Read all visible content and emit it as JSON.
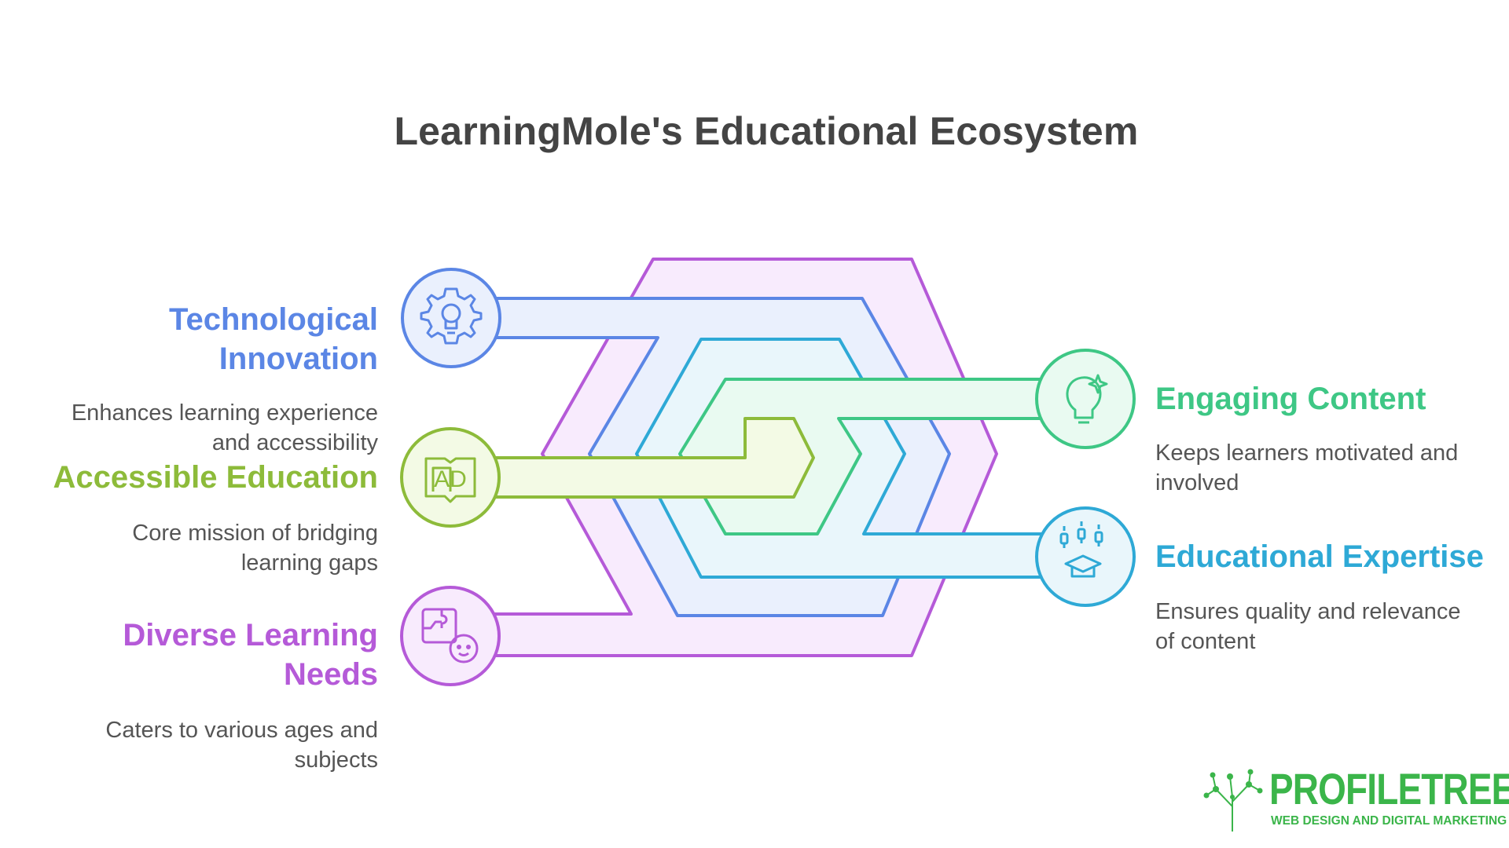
{
  "title": "LearningMole's Educational Ecosystem",
  "items": [
    {
      "heading": "Technological Innovation",
      "heading_lines": [
        "Technological",
        "Innovation"
      ],
      "description": "Enhances learning experience and accessibility",
      "desc_lines": [
        "Enhances learning experience",
        "and accessibility"
      ],
      "color": "#5b86e5",
      "icon": "gear-bulb-icon"
    },
    {
      "heading": "Accessible Education",
      "heading_lines": [
        "Accessible Education"
      ],
      "description": "Core mission of bridging learning gaps",
      "desc_lines": [
        "Core mission of bridging",
        "learning gaps"
      ],
      "color": "#8dbb3a",
      "icon": "ad-book-icon"
    },
    {
      "heading": "Diverse Learning Needs",
      "heading_lines": [
        "Diverse Learning",
        "Needs"
      ],
      "description": "Caters to various ages and subjects",
      "desc_lines": [
        "Caters to various ages and",
        "subjects"
      ],
      "color": "#b55ad8",
      "icon": "puzzle-child-icon"
    },
    {
      "heading": "Engaging Content",
      "heading_lines": [
        "Engaging Content"
      ],
      "description": "Keeps learners motivated and involved",
      "desc_lines": [
        "Keeps learners motivated and",
        "involved"
      ],
      "color": "#3ec785",
      "icon": "lightbulb-sparkle-icon"
    },
    {
      "heading": "Educational Expertise",
      "heading_lines": [
        "Educational Expertise"
      ],
      "description": "Ensures quality and relevance of content",
      "desc_lines": [
        "Ensures quality and relevance",
        "of content"
      ],
      "color": "#2ea9d6",
      "icon": "graduation-cap-icon"
    }
  ],
  "logo": {
    "name": "PROFILETREE",
    "tagline": "WEB DESIGN AND DIGITAL MARKETING",
    "color": "#3bb54a"
  }
}
